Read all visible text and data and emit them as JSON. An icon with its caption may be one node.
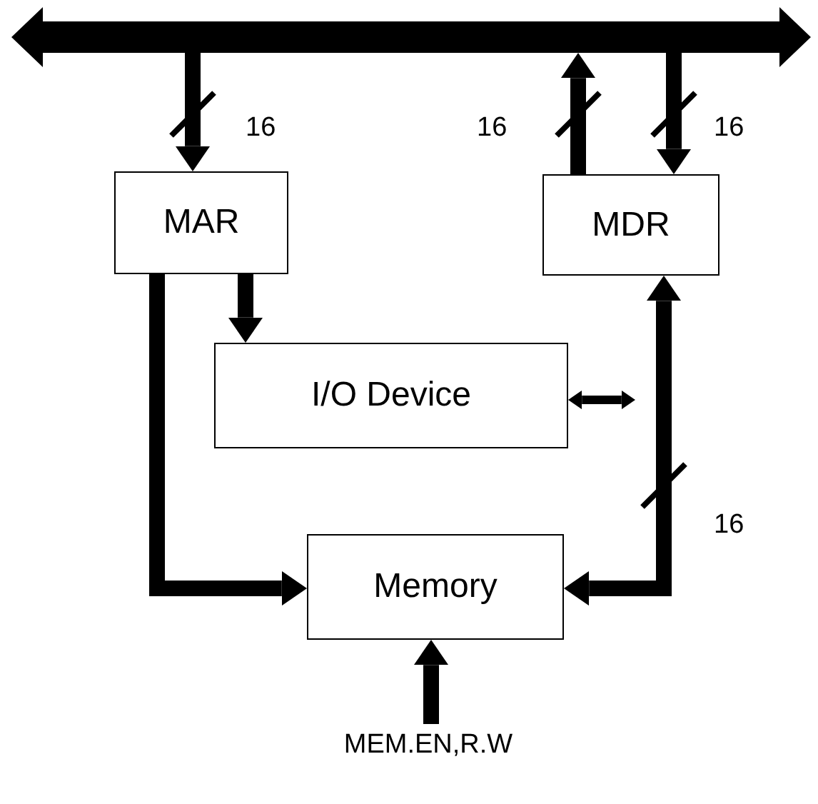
{
  "diagram": {
    "nodes": [
      {
        "text": [],
        "shape": "bar"
      },
      {
        "text": [
          "MAR"
        ]
      },
      {
        "text": [
          "MDR"
        ]
      },
      {
        "text": [
          "I/O Device"
        ]
      },
      {
        "text": [
          "Memory"
        ]
      },
      {
        "text": [
          "MEM.EN,R.W"
        ]
      }
    ],
    "edges": [
      {
        "from": 0,
        "to": 1,
        "arrow": "to",
        "label": "16"
      },
      {
        "from": 2,
        "to": 0,
        "arrow": "to",
        "label": "16"
      },
      {
        "from": 0,
        "to": 2,
        "arrow": "to",
        "label": "16"
      },
      {
        "from": 1,
        "to": 3,
        "arrow": "to"
      },
      {
        "from": 1,
        "to": 4,
        "arrow": "to"
      },
      {
        "from": 2,
        "to": 4,
        "arrow": "both",
        "label": "16"
      },
      {
        "from": 3,
        "to": null,
        "arrow": "both"
      },
      {
        "from": 5,
        "to": 4,
        "arrow": "to"
      }
    ]
  }
}
